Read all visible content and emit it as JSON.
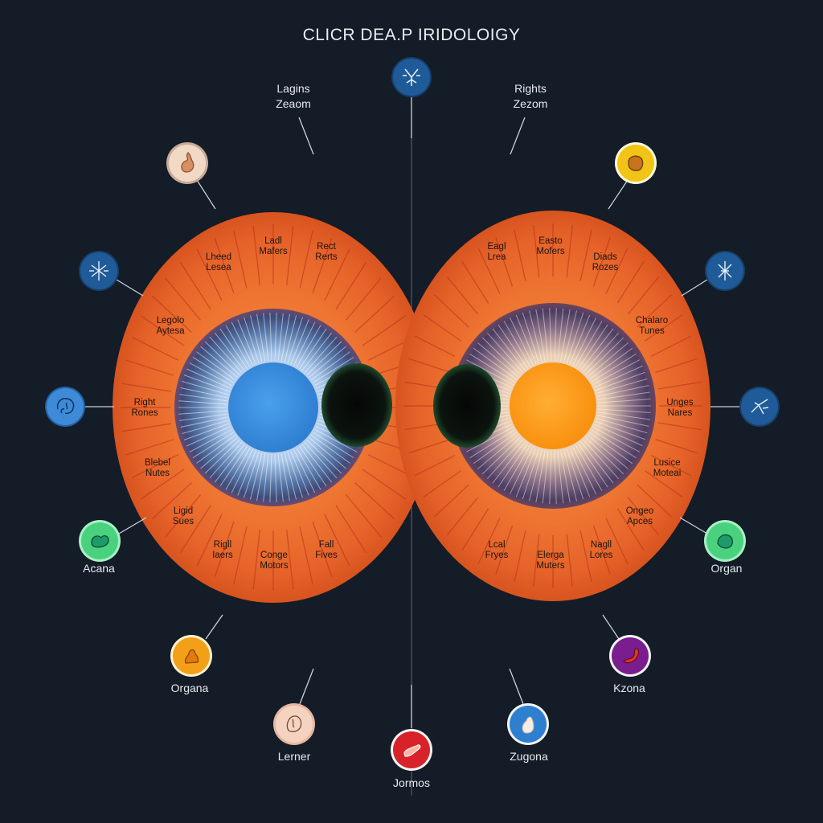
{
  "title": "CLICR DEA.P IRIDOLOIGY",
  "colors": {
    "background": "#141c27",
    "iris_outer": "#ec6a28",
    "left_pupil": "#3a8fe0",
    "right_pupil": "#ff9a1c",
    "dark_pupil": "#070a08",
    "connector": "#c9d2dc"
  },
  "top_captions": {
    "left": [
      "Lagins",
      "Zeaom"
    ],
    "right": [
      "Rights",
      "Zezom"
    ]
  },
  "left_iris_zones": [
    [
      "Lheed",
      "Lesea"
    ],
    [
      "Ladl",
      "Mafers"
    ],
    [
      "Rect",
      "Rerts"
    ],
    [
      "Legolo",
      "Aytesa"
    ],
    [
      "Right",
      "Rones"
    ],
    [
      "Blebel",
      "Nutes"
    ],
    [
      "Ligid",
      "Sues"
    ],
    [
      "Rigll",
      "Iaers"
    ],
    [
      "Conge",
      "Motors"
    ],
    [
      "Fall",
      "Fives"
    ]
  ],
  "right_iris_zones": [
    [
      "Eagl",
      "Lrea"
    ],
    [
      "Easto",
      "Mofers"
    ],
    [
      "Diads",
      "Rozes"
    ],
    [
      "Chalaro",
      "Tunes"
    ],
    [
      "Unges",
      "Nares"
    ],
    [
      "Lusice",
      "Moteai"
    ],
    [
      "Ongeo",
      "Apces"
    ],
    [
      "Lcal",
      "Fryes"
    ],
    [
      "Elerga",
      "Muters"
    ],
    [
      "Nagll",
      "Lores"
    ]
  ],
  "icons": [
    {
      "name": "top-nerve-icon",
      "kind": "nerve",
      "label": ""
    },
    {
      "name": "stomach-icon-left",
      "kind": "stomach",
      "label": ""
    },
    {
      "name": "nerve-icon-left",
      "kind": "nerve",
      "label": ""
    },
    {
      "name": "brain-icon-left",
      "kind": "brain",
      "label": ""
    },
    {
      "name": "kidney-icon-left",
      "kind": "kidney",
      "label": "Acana"
    },
    {
      "name": "pancreas-icon-left",
      "kind": "organ",
      "label": "Organa"
    },
    {
      "name": "lung-icon-left",
      "kind": "lung",
      "label": "Lerner"
    },
    {
      "name": "heart-icon-bottom",
      "kind": "heart",
      "label": "Jormos"
    },
    {
      "name": "gallbladder-icon-right",
      "kind": "organ",
      "label": "Zugona"
    },
    {
      "name": "intestine-icon-right",
      "kind": "intestine",
      "label": "Kzona"
    },
    {
      "name": "kidney-icon-right",
      "kind": "kidney",
      "label": "Organ"
    },
    {
      "name": "nerve-icon-right-lower",
      "kind": "nerve",
      "label": ""
    },
    {
      "name": "nerve-icon-right-upper",
      "kind": "nerve",
      "label": ""
    },
    {
      "name": "liver-icon-right",
      "kind": "liver",
      "label": ""
    }
  ]
}
